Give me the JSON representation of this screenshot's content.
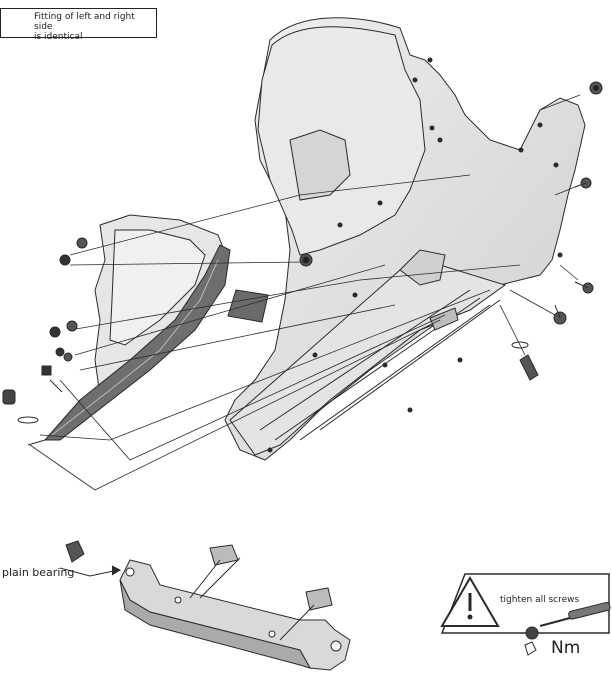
{
  "note": {
    "text_line1": "Fitting of left and right side",
    "text_line2": "is identical"
  },
  "labels": {
    "plain_bearing": "plain bearing",
    "tighten": "tighten all screws",
    "torque_unit": "Nm"
  },
  "icons": {
    "note": "pointing-hand-icon",
    "warning": "warning-triangle-icon",
    "tool": "torque-wrench-icon"
  },
  "colors": {
    "line": "#2a2a2a",
    "part_fill": "#dcdcdc",
    "dark_part": "#6e6e6e"
  }
}
